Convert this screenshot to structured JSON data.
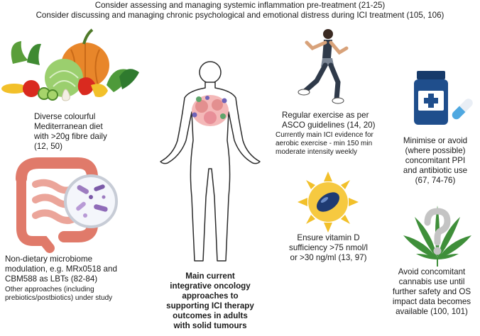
{
  "header": {
    "line1": "Consider assessing and managing systemic inflammation pre-treatment (21-25)",
    "line2": "Consider discussing and managing chronic psychological and emotional distress during ICI treatment (105, 106)"
  },
  "diet": {
    "lines": [
      "Diverse colourful",
      "Mediterranean diet",
      "with >20g fibre daily",
      "(12, 50)"
    ]
  },
  "microbiome": {
    "lines": [
      "Non-dietary microbiome",
      "modulation, e.g. MRx0518 and",
      "CBM588 as LBTs (82-84)"
    ],
    "sub_lines": [
      "Other approaches (including",
      "prebiotics/postbiotics) under study"
    ]
  },
  "centre": {
    "lines": [
      "Main current",
      "integrative oncology",
      "approaches to",
      "supporting ICI therapy",
      "outcomes in adults",
      "with solid tumours"
    ]
  },
  "exercise": {
    "lines": [
      "Regular exercise as per",
      "ASCO guidelines (14, 20)"
    ],
    "sub_lines": [
      "Currently main ICI evidence for",
      "aerobic exercise - min 150 min",
      "moderate intensity weekly"
    ]
  },
  "vitamin_d": {
    "lines": [
      "Ensure vitamin D",
      "sufficiency >75 nmol/l",
      "or >30 ng/ml (13, 97)"
    ]
  },
  "medication": {
    "lines": [
      "Minimise or avoid",
      "(where possible)",
      "concomitant PPI",
      "and antibiotic use",
      "(67, 74-76)"
    ]
  },
  "cannabis": {
    "lines": [
      "Avoid concomitant",
      "cannabis use until",
      "further safety and OS",
      "impact data becomes",
      "available (100, 101)"
    ]
  },
  "colors": {
    "pumpkin": "#e8862a",
    "cabbage": "#9bcf6e",
    "intestine": "#e07a6a",
    "bottle": "#1f4e8c",
    "sun": "#f2c02a",
    "leaf": "#3f8f3a",
    "runner": "#2f3a4a"
  }
}
